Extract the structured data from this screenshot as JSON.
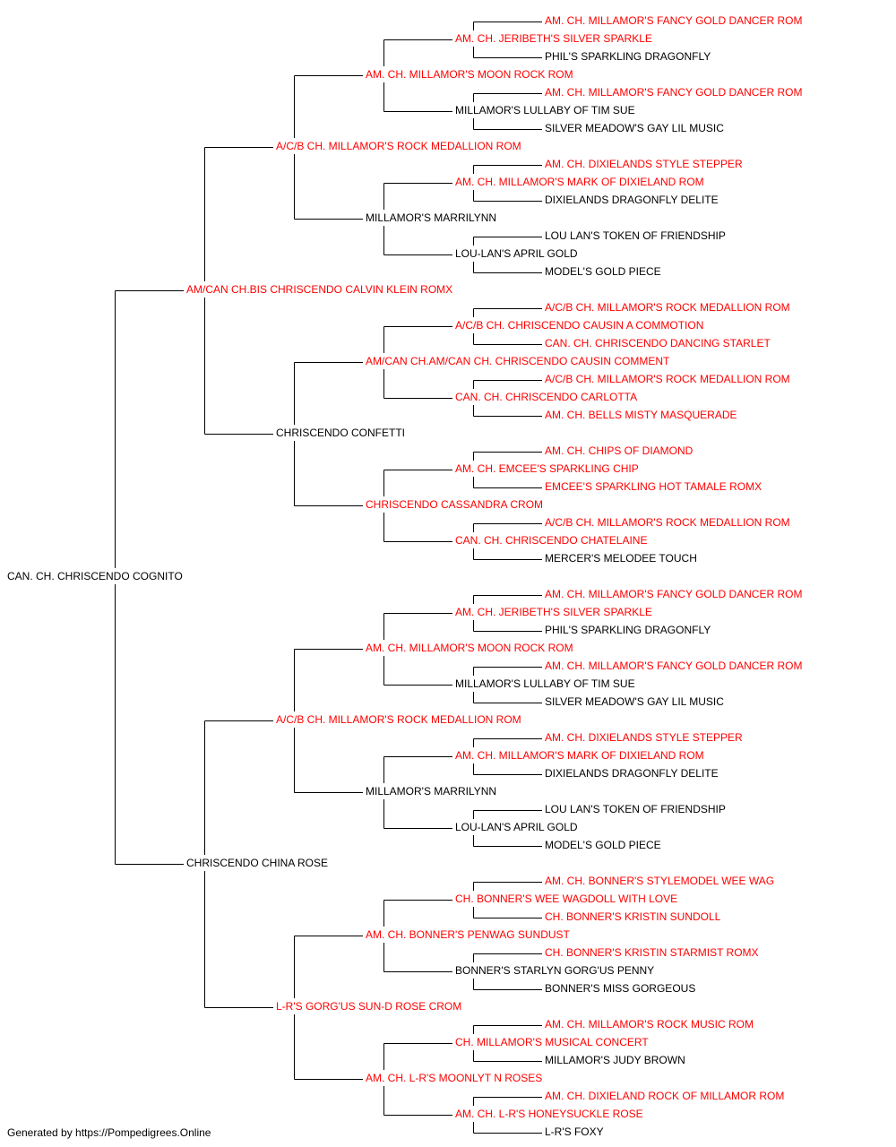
{
  "colors": {
    "titled": "#ff0000",
    "untitled": "#000000",
    "line": "#000000"
  },
  "pedigree": {
    "name": "CAN. CH. CHRISCENDO COGNITO",
    "titled": false,
    "sire": {
      "name": "AM/CAN CH.BIS CHRISCENDO CALVIN KLEIN ROMX",
      "titled": true,
      "sire": {
        "name": "A/C/B CH. MILLAMOR'S ROCK MEDALLION ROM",
        "titled": true,
        "sire": {
          "name": "AM. CH. MILLAMOR'S MOON ROCK ROM",
          "titled": true,
          "sire": {
            "name": "AM. CH. JERIBETH'S SILVER SPARKLE",
            "titled": true,
            "sire": {
              "name": "AM. CH. MILLAMOR'S FANCY GOLD DANCER ROM",
              "titled": true
            },
            "dam": {
              "name": "PHIL'S SPARKLING DRAGONFLY",
              "titled": false
            }
          },
          "dam": {
            "name": "MILLAMOR'S LULLABY OF TIM SUE",
            "titled": false,
            "sire": {
              "name": "AM. CH. MILLAMOR'S FANCY GOLD DANCER ROM",
              "titled": true
            },
            "dam": {
              "name": "SILVER MEADOW'S GAY LIL MUSIC",
              "titled": false
            }
          }
        },
        "dam": {
          "name": "MILLAMOR'S MARRILYNN",
          "titled": false,
          "sire": {
            "name": "AM. CH. MILLAMOR'S MARK OF DIXIELAND ROM",
            "titled": true,
            "sire": {
              "name": "AM. CH. DIXIELANDS STYLE STEPPER",
              "titled": true
            },
            "dam": {
              "name": "DIXIELANDS DRAGONFLY DELITE",
              "titled": false
            }
          },
          "dam": {
            "name": "LOU-LAN'S APRIL GOLD",
            "titled": false,
            "sire": {
              "name": "LOU LAN'S TOKEN OF FRIENDSHIP",
              "titled": false
            },
            "dam": {
              "name": "MODEL'S GOLD PIECE",
              "titled": false
            }
          }
        }
      },
      "dam": {
        "name": "CHRISCENDO CONFETTI",
        "titled": false,
        "sire": {
          "name": "AM/CAN CH.AM/CAN CH. CHRISCENDO CAUSIN COMMENT",
          "titled": true,
          "sire": {
            "name": "A/C/B CH. CHRISCENDO CAUSIN A COMMOTION",
            "titled": true,
            "sire": {
              "name": "A/C/B CH. MILLAMOR'S ROCK MEDALLION ROM",
              "titled": true
            },
            "dam": {
              "name": "CAN. CH. CHRISCENDO DANCING STARLET",
              "titled": true
            }
          },
          "dam": {
            "name": "CAN. CH. CHRISCENDO CARLOTTA",
            "titled": true,
            "sire": {
              "name": "A/C/B CH. MILLAMOR'S ROCK MEDALLION ROM",
              "titled": true
            },
            "dam": {
              "name": "AM. CH. BELLS MISTY MASQUERADE",
              "titled": true
            }
          }
        },
        "dam": {
          "name": "CHRISCENDO CASSANDRA CROM",
          "titled": true,
          "sire": {
            "name": "AM. CH. EMCEE'S SPARKLING CHIP",
            "titled": true,
            "sire": {
              "name": "AM. CH. CHIPS OF DIAMOND",
              "titled": true
            },
            "dam": {
              "name": "EMCEE'S SPARKLING HOT TAMALE ROMX",
              "titled": true
            }
          },
          "dam": {
            "name": "CAN. CH. CHRISCENDO CHATELAINE",
            "titled": true,
            "sire": {
              "name": "A/C/B CH. MILLAMOR'S ROCK MEDALLION ROM",
              "titled": true
            },
            "dam": {
              "name": "MERCER'S MELODEE TOUCH",
              "titled": false
            }
          }
        }
      }
    },
    "dam": {
      "name": "CHRISCENDO CHINA ROSE",
      "titled": false,
      "sire": {
        "name": "A/C/B CH. MILLAMOR'S ROCK MEDALLION ROM",
        "titled": true,
        "sire": {
          "name": "AM. CH. MILLAMOR'S MOON ROCK ROM",
          "titled": true,
          "sire": {
            "name": "AM. CH. JERIBETH'S SILVER SPARKLE",
            "titled": true,
            "sire": {
              "name": "AM. CH. MILLAMOR'S FANCY GOLD DANCER ROM",
              "titled": true
            },
            "dam": {
              "name": "PHIL'S SPARKLING DRAGONFLY",
              "titled": false
            }
          },
          "dam": {
            "name": "MILLAMOR'S LULLABY OF TIM SUE",
            "titled": false,
            "sire": {
              "name": "AM. CH. MILLAMOR'S FANCY GOLD DANCER ROM",
              "titled": true
            },
            "dam": {
              "name": "SILVER MEADOW'S GAY LIL MUSIC",
              "titled": false
            }
          }
        },
        "dam": {
          "name": "MILLAMOR'S MARRILYNN",
          "titled": false,
          "sire": {
            "name": "AM. CH. MILLAMOR'S MARK OF DIXIELAND ROM",
            "titled": true,
            "sire": {
              "name": "AM. CH. DIXIELANDS STYLE STEPPER",
              "titled": true
            },
            "dam": {
              "name": "DIXIELANDS DRAGONFLY DELITE",
              "titled": false
            }
          },
          "dam": {
            "name": "LOU-LAN'S APRIL GOLD",
            "titled": false,
            "sire": {
              "name": "LOU LAN'S TOKEN OF FRIENDSHIP",
              "titled": false
            },
            "dam": {
              "name": "MODEL'S GOLD PIECE",
              "titled": false
            }
          }
        }
      },
      "dam": {
        "name": "L-R'S GORG'US SUN-D ROSE CROM",
        "titled": true,
        "sire": {
          "name": "AM. CH. BONNER'S PENWAG SUNDUST",
          "titled": true,
          "sire": {
            "name": "CH. BONNER'S WEE WAGDOLL WITH LOVE",
            "titled": true,
            "sire": {
              "name": "AM. CH. BONNER'S STYLEMODEL WEE WAG",
              "titled": true
            },
            "dam": {
              "name": "CH. BONNER'S KRISTIN SUNDOLL",
              "titled": true
            }
          },
          "dam": {
            "name": "BONNER'S STARLYN GORG'US PENNY",
            "titled": false,
            "sire": {
              "name": "CH. BONNER'S KRISTIN STARMIST ROMX",
              "titled": true
            },
            "dam": {
              "name": "BONNER'S MISS GORGEOUS",
              "titled": false
            }
          }
        },
        "dam": {
          "name": "AM. CH. L-R'S MOONLYT N ROSES",
          "titled": true,
          "sire": {
            "name": "CH. MILLAMOR'S MUSICAL CONCERT",
            "titled": true,
            "sire": {
              "name": "AM. CH. MILLAMOR'S ROCK MUSIC ROM",
              "titled": true
            },
            "dam": {
              "name": "MILLAMOR'S JUDY BROWN",
              "titled": false
            }
          },
          "dam": {
            "name": "AM. CH. L-R'S HONEYSUCKLE ROSE",
            "titled": true,
            "sire": {
              "name": "AM. CH. DIXIELAND ROCK OF MILLAMOR ROM",
              "titled": true
            },
            "dam": {
              "name": "L-R'S FOXY",
              "titled": false
            }
          }
        }
      }
    }
  },
  "footer": {
    "text": "Generated by https://Pompedigrees.Online"
  }
}
